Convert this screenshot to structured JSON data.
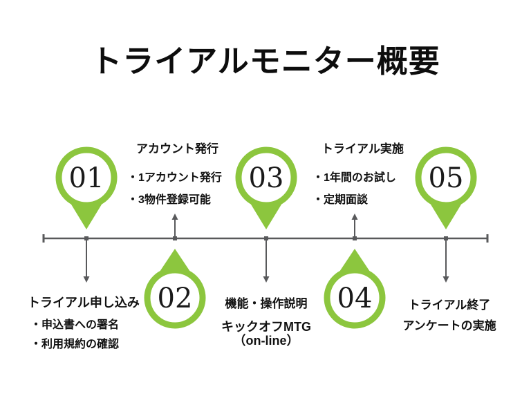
{
  "title": "トライアルモニター概要",
  "colors": {
    "accent_green": "#8CC63E",
    "line_gray": "#58595B",
    "text_black": "#111111",
    "pin_inner_white": "#FFFFFF"
  },
  "timeline": {
    "steps": [
      {
        "number": "01",
        "pin_side": "above",
        "label": "トライアル申し込み",
        "details": [
          "・申込書への署名",
          "・利用規約の確認"
        ]
      },
      {
        "number": "02",
        "pin_side": "below",
        "label": "アカウント発行",
        "details": [
          "・1アカウント発行",
          "・3物件登録可能"
        ]
      },
      {
        "number": "03",
        "pin_side": "above",
        "label": "機能・操作説明",
        "details": [
          "キックオフMTG",
          "（on-line）"
        ]
      },
      {
        "number": "04",
        "pin_side": "below",
        "label": "トライアル実施",
        "details": [
          "・1年間のお試し",
          "・定期面談"
        ]
      },
      {
        "number": "05",
        "pin_side": "above",
        "label": "トライアル終了",
        "details": [
          "アンケートの実施"
        ]
      }
    ]
  }
}
